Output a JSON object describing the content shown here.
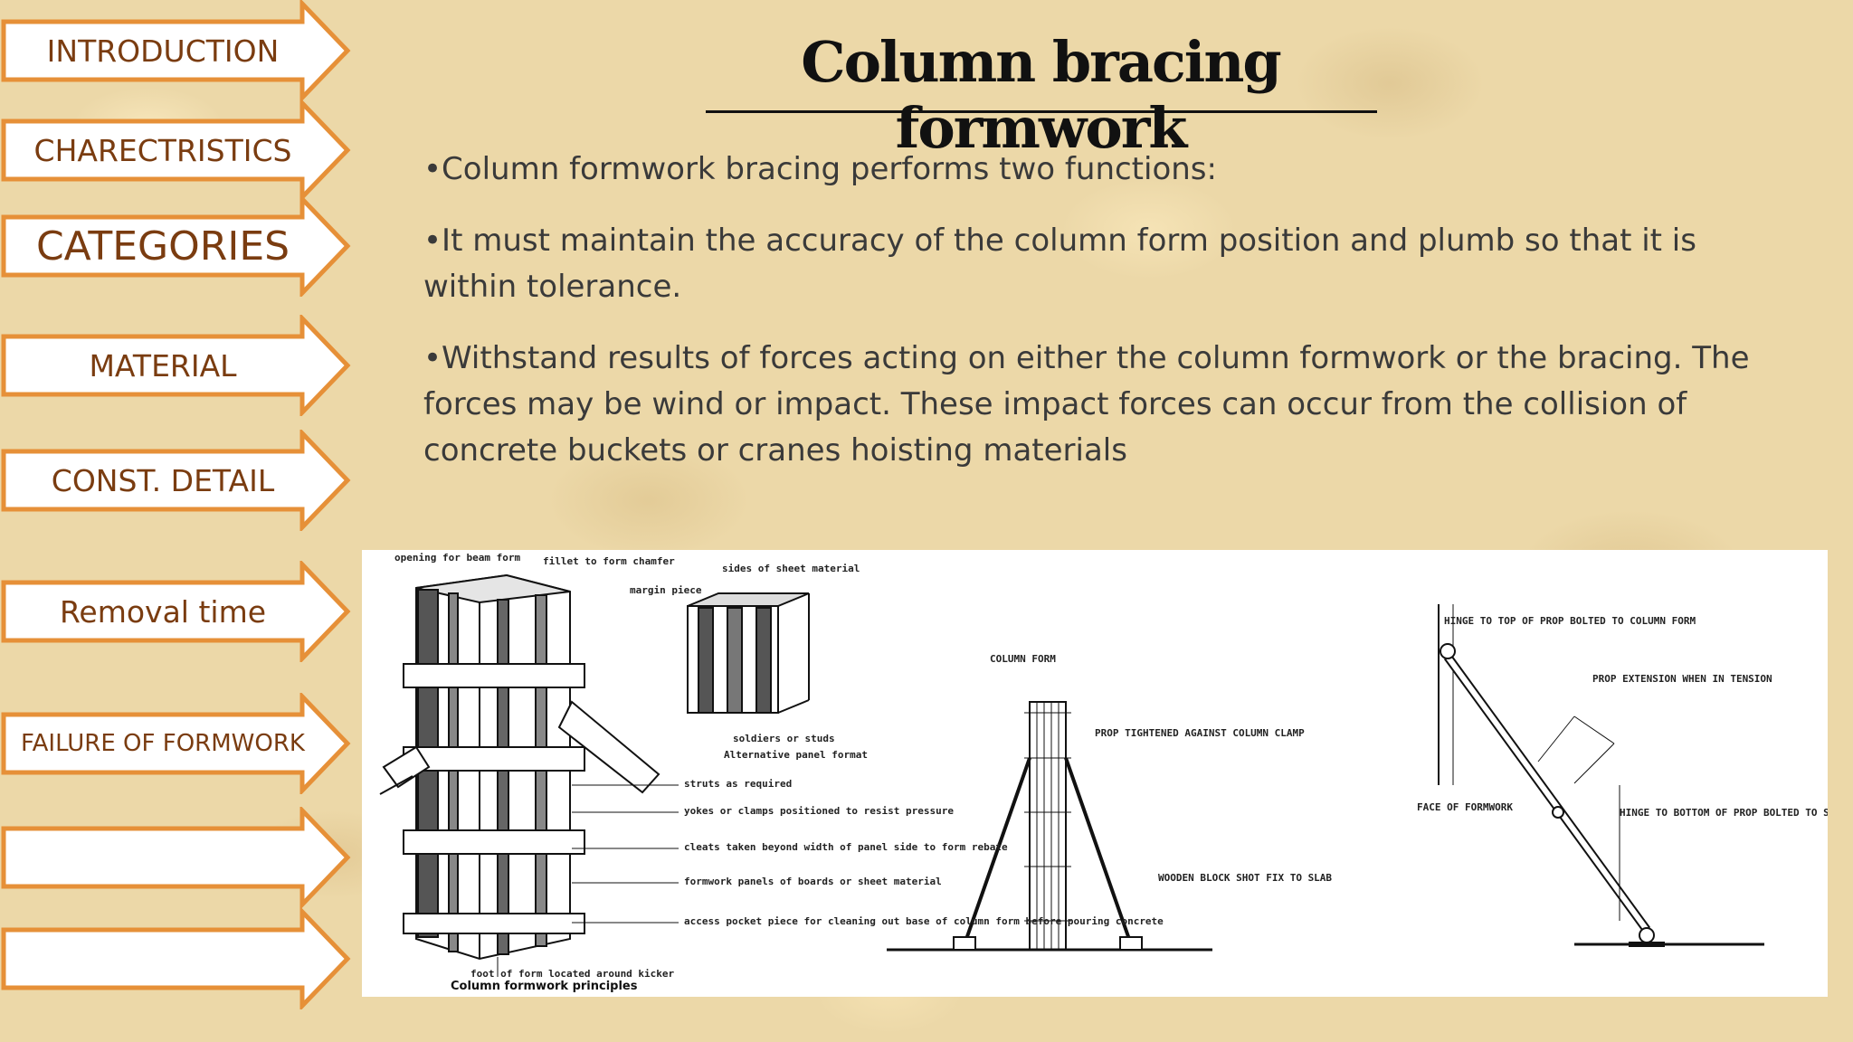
{
  "nav": {
    "items": [
      {
        "label": "INTRODUCTION"
      },
      {
        "label": "CHARECTRISTICS"
      },
      {
        "label": "CATEGORIES"
      },
      {
        "label": "MATERIAL"
      },
      {
        "label": "CONST. DETAIL"
      },
      {
        "label": "Removal time"
      },
      {
        "label": "FAILURE OF FORMWORK"
      },
      {
        "label": ""
      },
      {
        "label": ""
      }
    ]
  },
  "slide": {
    "title": "Column bracing formwork",
    "bullets": [
      "•Column formwork bracing performs two functions:",
      "•It must maintain the accuracy of the column form position and plumb so that it is within tolerance.",
      "•Withstand results of forces acting on either the column formwork or the bracing. The forces may be wind or impact. These impact forces can occur from the collision of concrete buckets or cranes hoisting materials"
    ]
  },
  "figure": {
    "caption": "Column formwork principles",
    "notes": {
      "a": "opening for beam form",
      "b": "fillet to form chamfer",
      "c": "margin piece",
      "d": "sides of sheet material",
      "e": "soldiers or studs",
      "f": "Alternative panel format",
      "g": "struts as required",
      "h": "yokes or clamps positioned to resist pressure",
      "i": "cleats taken beyond width of panel side to form rebate",
      "j": "formwork panels of boards or sheet material",
      "k": "access pocket piece for cleaning out base of column form before pouring concrete",
      "l": "foot of form located around kicker",
      "m": "COLUMN FORM",
      "n": "PROP TIGHTENED AGAINST COLUMN CLAMP",
      "o": "WOODEN BLOCK SHOT FIX TO SLAB",
      "p": "HINGE TO TOP OF PROP BOLTED TO COLUMN FORM",
      "q": "PROP EXTENSION WHEN IN TENSION",
      "r": "FACE OF FORMWORK",
      "s": "HINGE TO BOTTOM OF PROP BOLTED TO SLAB"
    }
  }
}
